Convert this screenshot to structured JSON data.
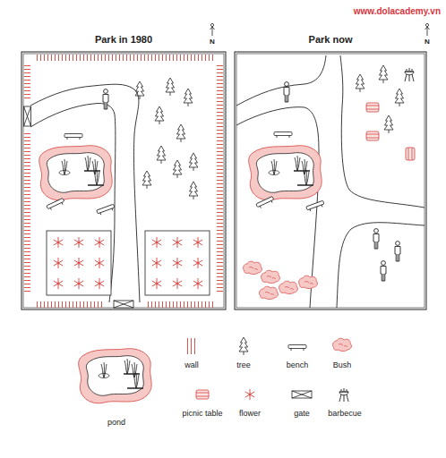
{
  "diagram": {
    "nodes": [
      {
        "text": [
          "Park in 1980"
        ]
      },
      {
        "text": [
          "Park now"
        ]
      }
    ],
    "labels": [
      "www.dolacademy.vn",
      "N",
      "N"
    ],
    "legend": [
      {
        "text": "wall"
      },
      {
        "text": "tree"
      },
      {
        "text": "bench"
      },
      {
        "text": "Bush"
      },
      {
        "text": "picnic table"
      },
      {
        "text": "flower"
      },
      {
        "text": "gate"
      },
      {
        "text": "barbecue"
      },
      {
        "text": "pond"
      }
    ]
  }
}
